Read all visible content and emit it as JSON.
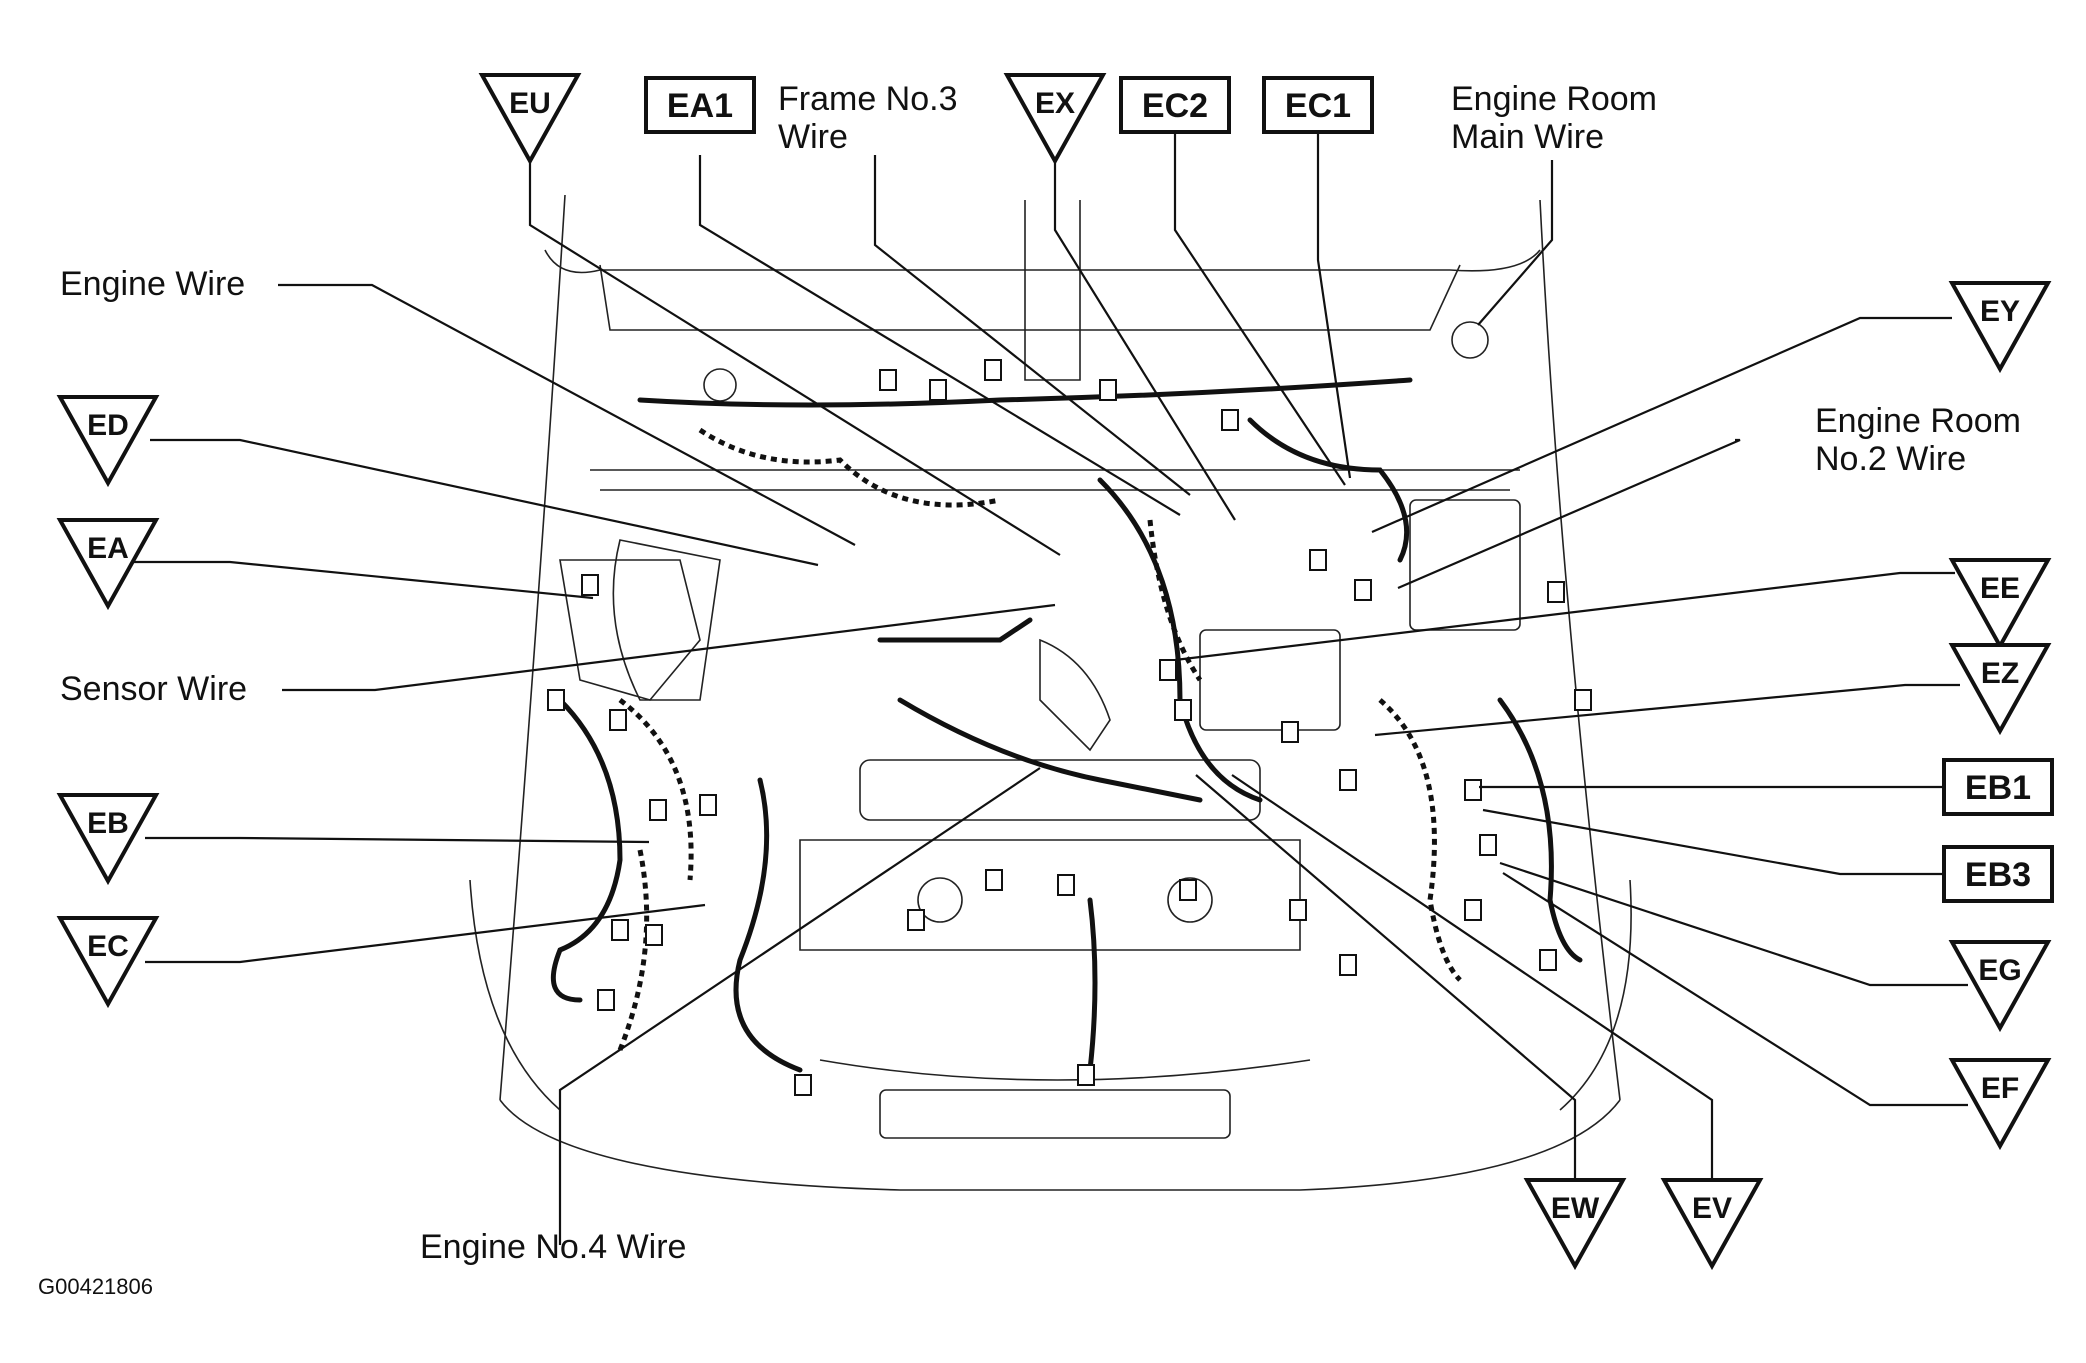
{
  "figure_id": "G00421806",
  "wire_labels": {
    "frame_no3_wire": [
      "Frame No.3",
      "Wire"
    ],
    "engine_room_main_wire": [
      "Engine Room",
      "Main Wire"
    ],
    "engine_wire": "Engine Wire",
    "engine_room_no2_wire": [
      "Engine Room",
      "No.2 Wire"
    ],
    "sensor_wire": "Sensor Wire",
    "engine_no4_wire": "Engine No.4 Wire"
  },
  "connectors": {
    "triangle": [
      "EU",
      "EX",
      "EY",
      "ED",
      "EA",
      "EE",
      "EZ",
      "EB",
      "EC",
      "EG",
      "EF",
      "EW",
      "EV"
    ],
    "boxed": [
      "EA1",
      "EC2",
      "EC1",
      "EB1",
      "EB3"
    ]
  }
}
